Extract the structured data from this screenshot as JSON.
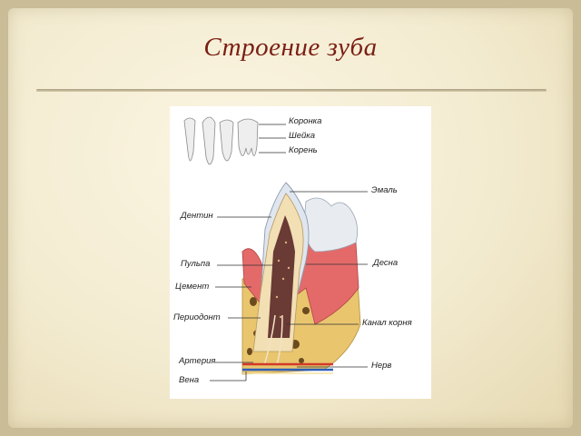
{
  "slide": {
    "title": "Строение зуба"
  },
  "diagram": {
    "labels": {
      "crown": "Коронка",
      "neck": "Шейка",
      "root": "Корень",
      "enamel": "Эмаль",
      "dentin": "Дентин",
      "pulp": "Пульпа",
      "gum": "Десна",
      "cement": "Цемент",
      "periodontium": "Периодонт",
      "root_canal": "Канал корня",
      "artery": "Артерия",
      "vein": "Вена",
      "nerve": "Нерв"
    },
    "colors": {
      "enamel": "#dfe6ef",
      "dentin": "#f2dfb4",
      "pulp": "#6a3a35",
      "gum": "#e46a6a",
      "bone": "#e9c56e",
      "artery": "#d23a2a",
      "vein": "#2f5fb8"
    }
  }
}
